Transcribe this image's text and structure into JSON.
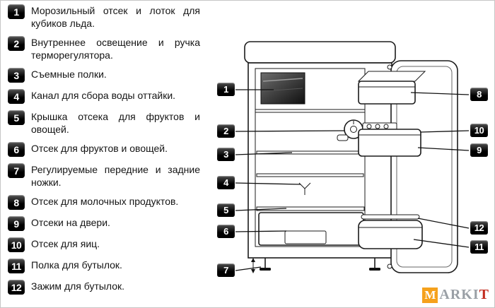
{
  "legend": {
    "items": [
      {
        "num": "1",
        "text": "Морозильный отсек и лоток для кубиков льда."
      },
      {
        "num": "2",
        "text": "Внутреннее освещение и ручка терморегулятора."
      },
      {
        "num": "3",
        "text": "Съемные полки."
      },
      {
        "num": "4",
        "text": "Канал для сбора воды оттайки."
      },
      {
        "num": "5",
        "text": "Крышка отсека для фруктов и овощей."
      },
      {
        "num": "6",
        "text": "Отсек для фруктов и овощей."
      },
      {
        "num": "7",
        "text": "Регулируемые передние и задние ножки."
      },
      {
        "num": "8",
        "text": "Отсек для молочных продуктов."
      },
      {
        "num": "9",
        "text": "Отсеки на двери."
      },
      {
        "num": "10",
        "text": "Отсек для яиц."
      },
      {
        "num": "11",
        "text": "Полка для бутылок."
      },
      {
        "num": "12",
        "text": "Зажим для бутылок."
      }
    ]
  },
  "diagram": {
    "callouts": {
      "left": [
        "1",
        "2",
        "3",
        "4",
        "5",
        "6",
        "7"
      ],
      "right": [
        "8",
        "10",
        "9",
        "12",
        "11"
      ]
    }
  },
  "watermark": {
    "m": "M",
    "text": "ARKI",
    "accent": "Т"
  },
  "colors": {
    "badge": "#000000",
    "logo_orange": "#f5a11c",
    "logo_red": "#c22a1e",
    "logo_gray": "#9aa0a6"
  }
}
